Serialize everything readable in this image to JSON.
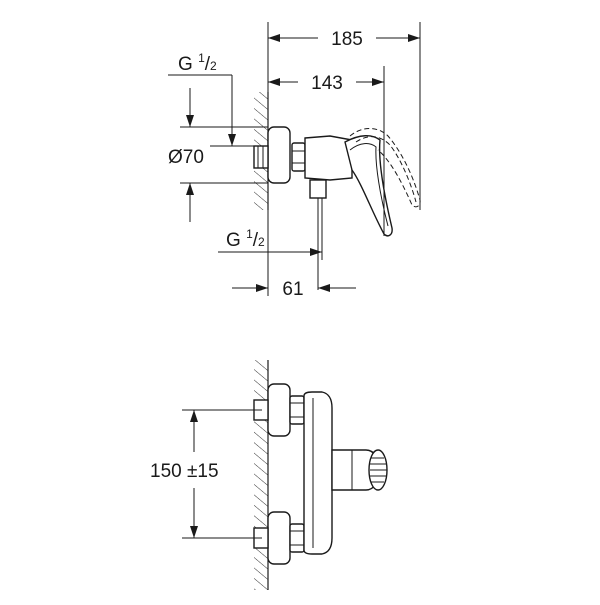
{
  "top_view": {
    "dim_overall": "185",
    "dim_lever": "143",
    "dim_depth": "61",
    "dim_diameter": "Ø70",
    "thread_upper": {
      "base": "G ",
      "num": "1",
      "slash": "/",
      "den": "2"
    },
    "thread_lower": {
      "base": "G ",
      "num": "1",
      "slash": "/",
      "den": "2"
    }
  },
  "front_view": {
    "dim_centers": "150 ±15"
  }
}
